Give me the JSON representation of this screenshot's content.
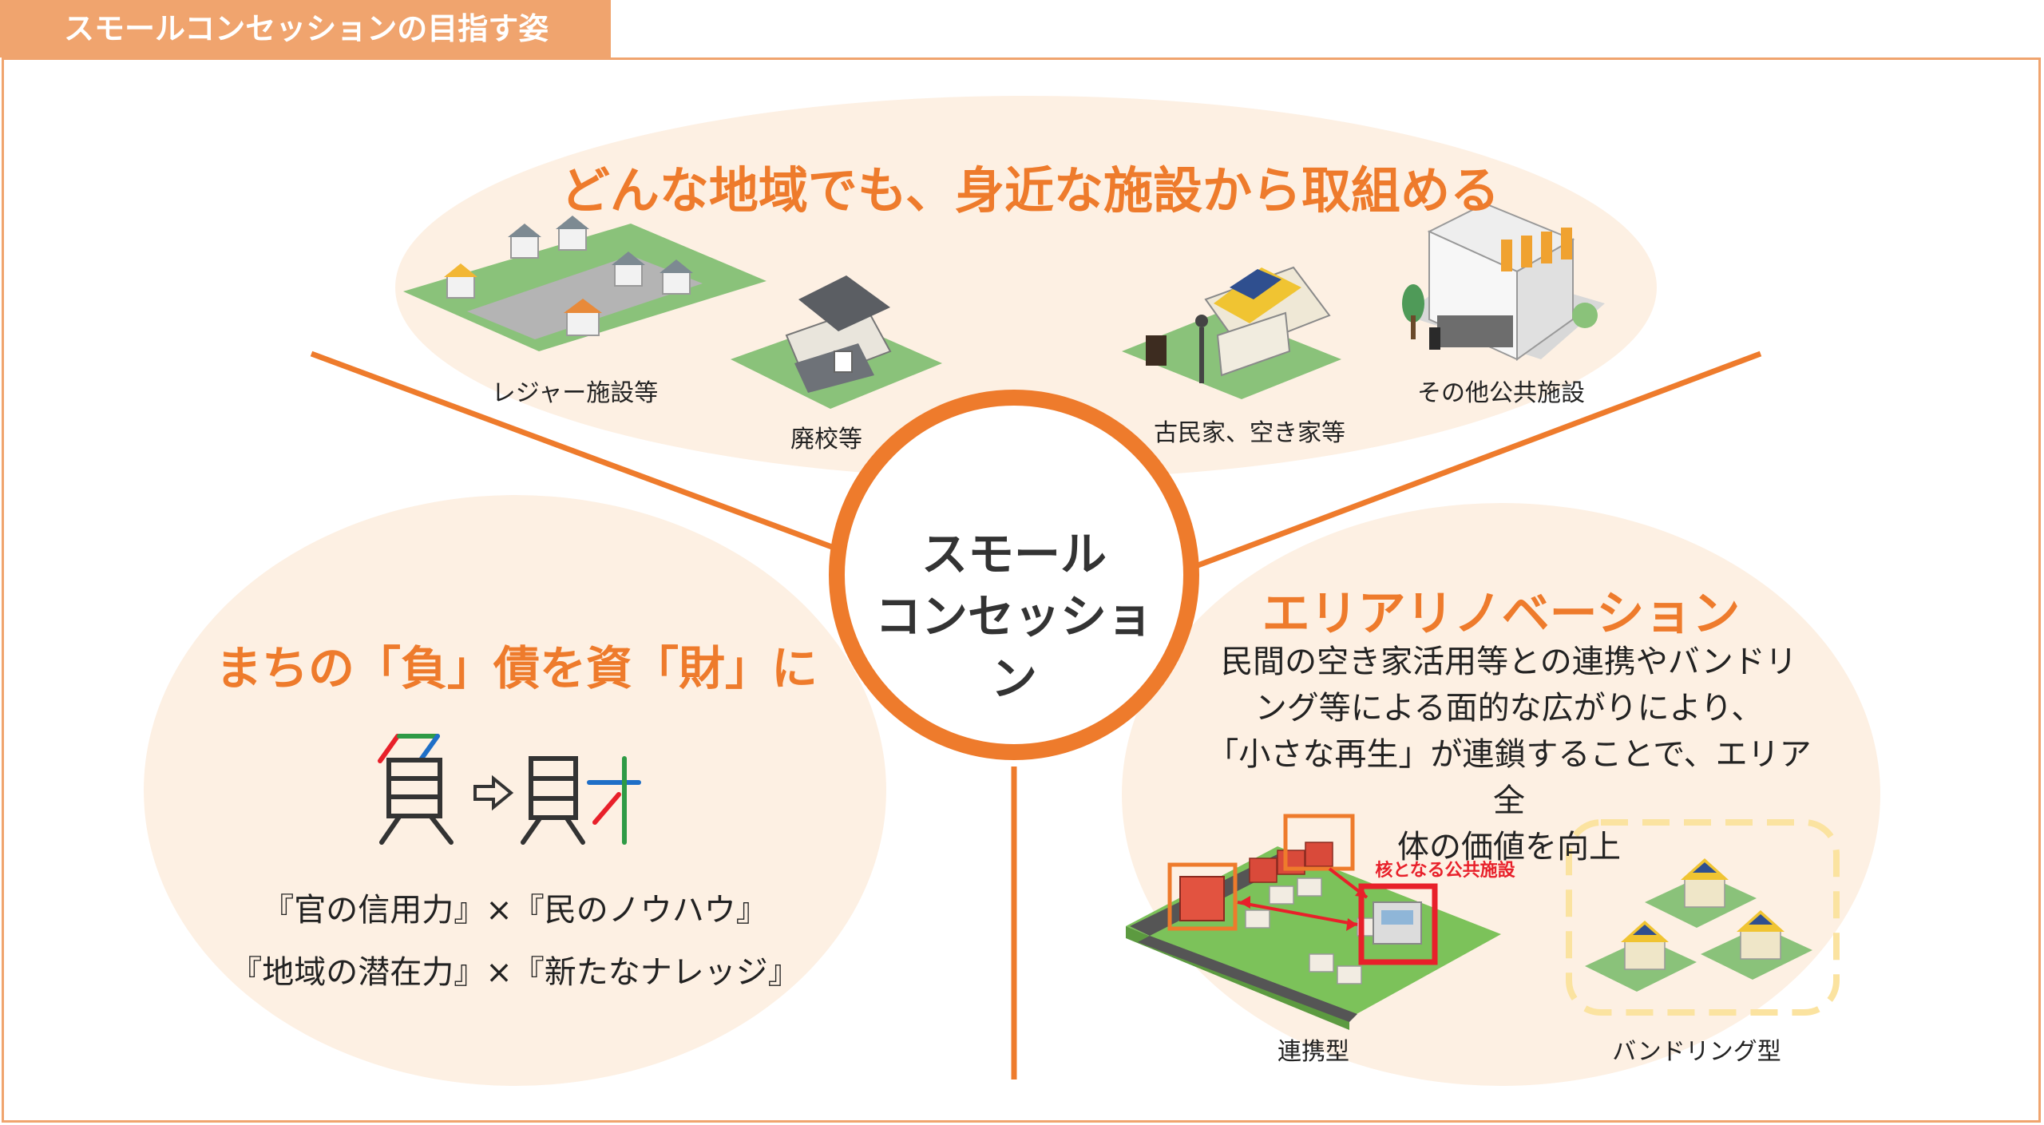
{
  "header": {
    "tab_title": "スモールコンセッションの目指す姿"
  },
  "center": {
    "line1": "スモール",
    "line2": "コンセッション"
  },
  "top_section": {
    "title": "どんな地域でも、身近な施設から取組める",
    "facilities": [
      {
        "label": "レジャー施設等",
        "icon": "housing-estate-icon"
      },
      {
        "label": "廃校等",
        "icon": "collapsed-house-icon"
      },
      {
        "label": "古民家、空き家等",
        "icon": "solar-house-icon"
      },
      {
        "label": "その他公共施設",
        "icon": "public-building-icon"
      }
    ]
  },
  "left_section": {
    "title": "まちの「負」債を資「財」に",
    "kanji_from": "負",
    "kanji_to": "財",
    "formula_line1": "『官の信用力』×『民のノウハウ』",
    "formula_line2": "『地域の潜在力』×『新たなナレッジ』"
  },
  "right_section": {
    "title": "エリアリノベーション",
    "description_lines": [
      "民間の空き家活用等との連携やバンドリ",
      "ング等による面的な広がりにより、",
      "「小さな再生」が連鎖することで、エリア全",
      "体の価値を向上"
    ],
    "core_facility_label": "核となる公共施設",
    "type1_label": "連携型",
    "type2_label": "バンドリング型"
  },
  "colors": {
    "accent_orange": "#ee7b2c",
    "tab_orange": "#f0a46e",
    "ellipse_fill": "#fdf0e3",
    "highlight_red": "#e8202a",
    "bundle_dash": "#fbe3a0"
  }
}
